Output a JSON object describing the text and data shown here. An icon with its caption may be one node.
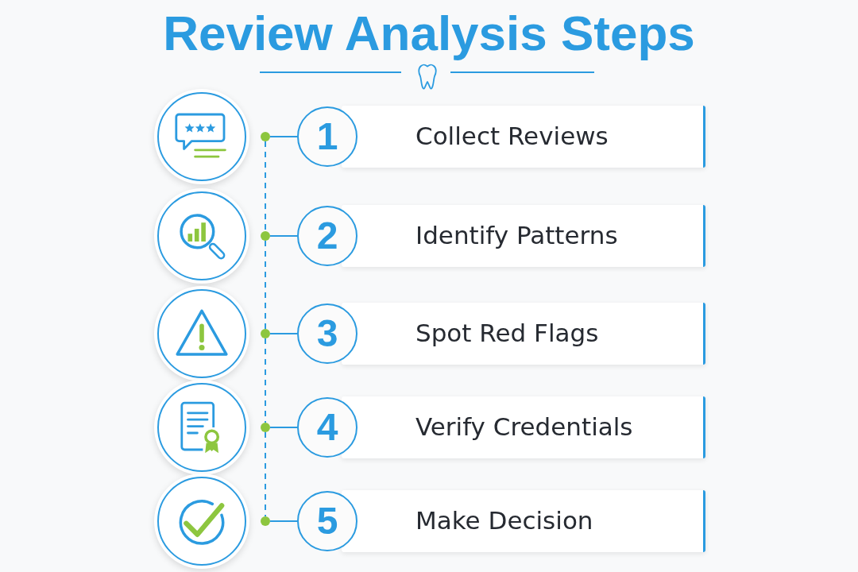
{
  "diagram": {
    "title": "Review Analysis Steps",
    "nodes": [
      {
        "text": [],
        "shape": "circle"
      },
      {
        "text": [],
        "shape": "circle"
      },
      {
        "text": [
          "1"
        ]
      },
      {
        "text": [
          "Collect Reviews"
        ]
      },
      {
        "text": [],
        "shape": "circle"
      },
      {
        "text": [],
        "shape": "circle"
      },
      {
        "text": [
          "2"
        ]
      },
      {
        "text": [
          "Identify Patterns"
        ]
      },
      {
        "text": [],
        "shape": "circle"
      },
      {
        "text": [],
        "shape": "circle"
      },
      {
        "text": [
          "3"
        ]
      },
      {
        "text": [
          "Spot Red Flags"
        ]
      },
      {
        "text": [],
        "shape": "circle"
      },
      {
        "text": [],
        "shape": "circle"
      },
      {
        "text": [
          "4"
        ]
      },
      {
        "text": [
          "Verify Credentials"
        ]
      },
      {
        "text": [],
        "shape": "circle"
      },
      {
        "text": [],
        "shape": "circle"
      },
      {
        "text": [
          "5"
        ]
      },
      {
        "text": [
          "Make Decision"
        ]
      }
    ],
    "edges": [
      {
        "from": 1,
        "to": 2,
        "arrow": "none"
      },
      {
        "from": 1,
        "to": 5,
        "arrow": "none",
        "style": "dashed"
      },
      {
        "from": 5,
        "to": 6,
        "arrow": "none"
      },
      {
        "from": 5,
        "to": 9,
        "arrow": "none",
        "style": "dashed"
      },
      {
        "from": 9,
        "to": 10,
        "arrow": "none"
      },
      {
        "from": 9,
        "to": 13,
        "arrow": "none",
        "style": "dashed"
      },
      {
        "from": 13,
        "to": 14,
        "arrow": "none"
      },
      {
        "from": 13,
        "to": 17,
        "arrow": "none",
        "style": "dashed"
      },
      {
        "from": 17,
        "to": 18,
        "arrow": "none"
      }
    ]
  }
}
